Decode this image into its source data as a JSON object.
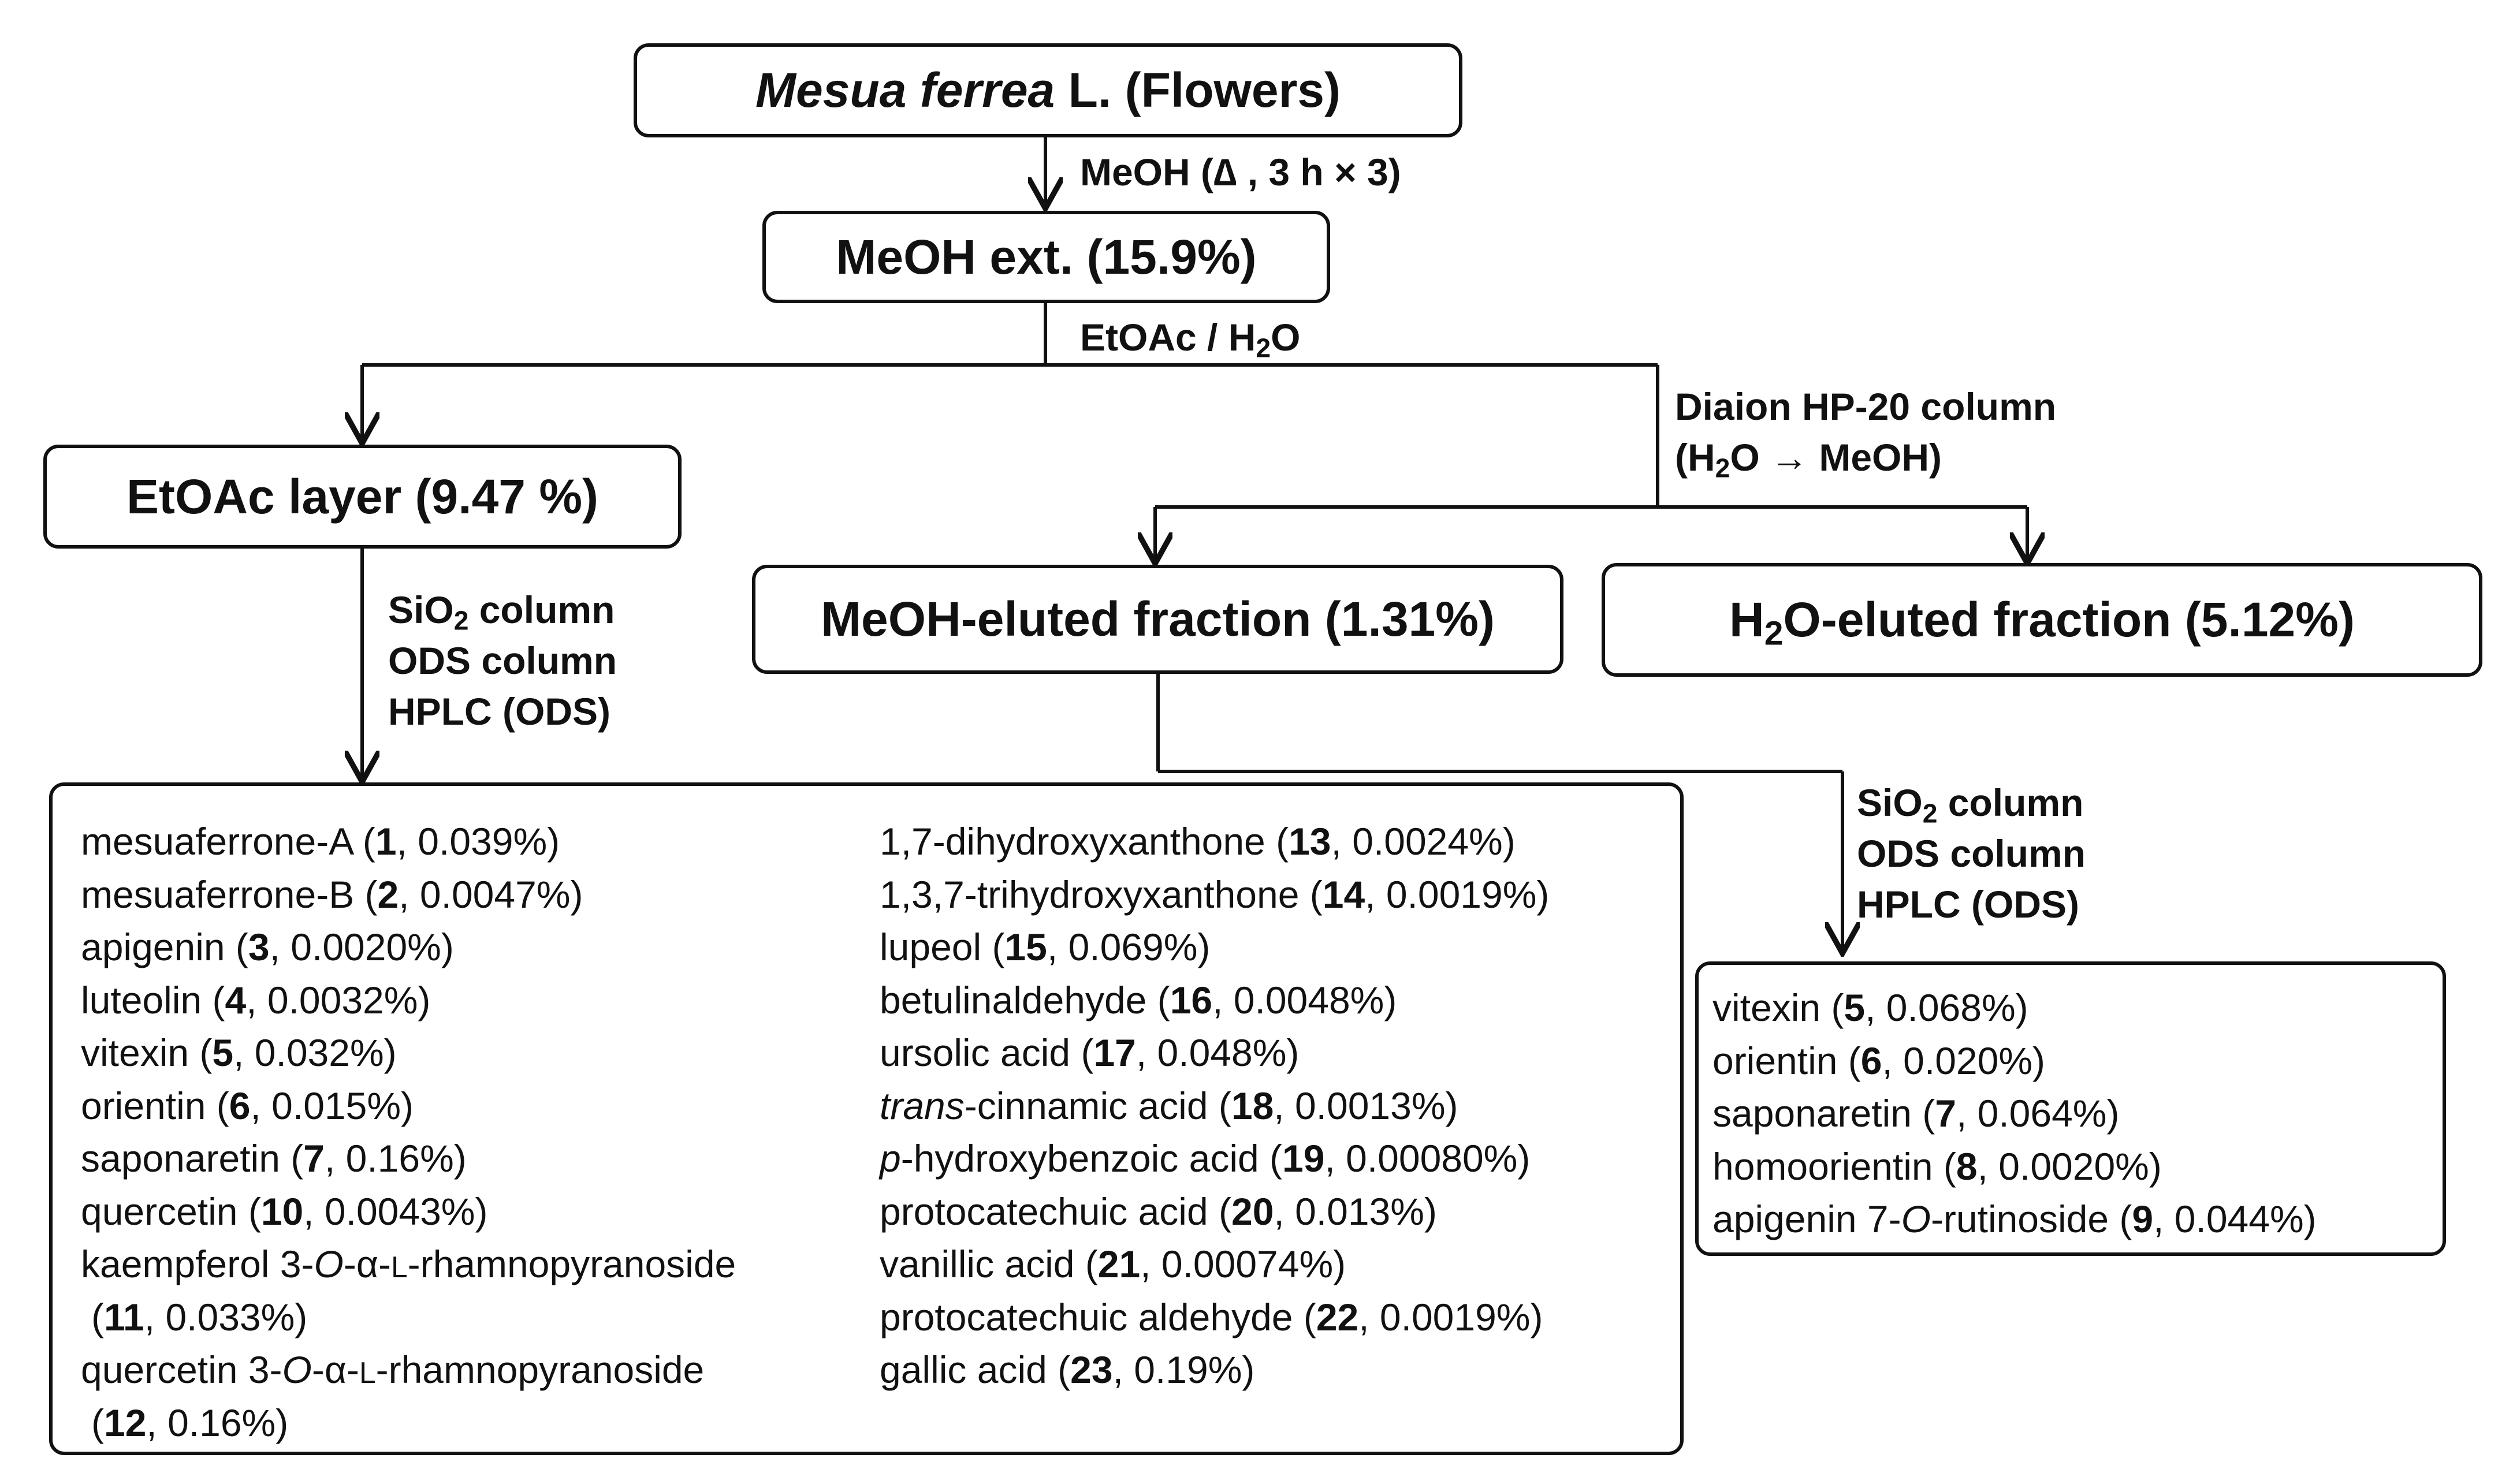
{
  "boxes": {
    "source_species": "Mesua ferrea",
    "source_rest": " L. (Flowers)",
    "meoh_ext": "MeOH ext. (15.9%)",
    "etoac_layer": "EtOAc layer (9.47 %)",
    "meoh_fraction": "MeOH-eluted fraction (1.31%)",
    "h2o_fraction": {
      "h": "H",
      "sub": "2",
      "rest": "O-eluted fraction (5.12%)"
    }
  },
  "steps": {
    "extraction": "MeOH (∆ , 3 h × 3)",
    "partition": {
      "pre": "EtOAc / H",
      "sub": "2",
      "post": "O"
    },
    "diaion": {
      "line1": "Diaion  HP-20 column",
      "line2_pre": "(H",
      "line2_sub": "2",
      "line2_post": "O → MeOH)"
    },
    "column": {
      "sio_pre": "SiO",
      "sio_sub": "2",
      "sio_post": " column",
      "ods": "ODS column",
      "hplc": "HPLC (ODS)"
    }
  },
  "etoac_compounds_left": [
    {
      "name": "mesuaferrone-A (",
      "num": "1",
      "pct": ", 0.039%)"
    },
    {
      "name": "mesuaferrone-B (",
      "num": "2",
      "pct": ", 0.0047%)"
    },
    {
      "name": "apigenin (",
      "num": "3",
      "pct": ", 0.0020%)"
    },
    {
      "name": "luteolin (",
      "num": "4",
      "pct": ", 0.0032%)"
    },
    {
      "name": "vitexin (",
      "num": "5",
      "pct": ", 0.032%)"
    },
    {
      "name": "orientin (",
      "num": "6",
      "pct": ", 0.015%)"
    },
    {
      "name": "saponaretin (",
      "num": "7",
      "pct": ", 0.16%)"
    },
    {
      "name": "quercetin (",
      "num": "10",
      "pct": ", 0.0043%)"
    }
  ],
  "etoac_glycosides": [
    {
      "pre": "kaempferol 3-",
      "o": "O",
      "mid": "-α-",
      "l": "L",
      "post": "-rhamnopyranoside",
      "open": "(",
      "num": "11",
      "pct": ", 0.033%)"
    },
    {
      "pre": "quercetin 3-",
      "o": "O",
      "mid": "-α-",
      "l": "L",
      "post": "-rhamnopyranoside",
      "open": "(",
      "num": "12",
      "pct": ", 0.16%)"
    }
  ],
  "etoac_compounds_right": [
    {
      "prefix": "",
      "name": "1,7-dihydroxyxanthone (",
      "num": "13",
      "pct": ", 0.0024%)"
    },
    {
      "prefix": "",
      "name": "1,3,7-trihydroxyxanthone (",
      "num": "14",
      "pct": ", 0.0019%)"
    },
    {
      "prefix": "",
      "name": "lupeol (",
      "num": "15",
      "pct": ", 0.069%)"
    },
    {
      "prefix": "",
      "name": "betulinaldehyde (",
      "num": "16",
      "pct": ", 0.0048%)"
    },
    {
      "prefix": "",
      "name": "ursolic acid (",
      "num": "17",
      "pct": ", 0.048%)"
    },
    {
      "prefix": "trans",
      "name": "-cinnamic acid (",
      "num": "18",
      "pct": ", 0.0013%)"
    },
    {
      "prefix": "p",
      "name": "-hydroxybenzoic acid (",
      "num": "19",
      "pct": ", 0.00080%)"
    },
    {
      "prefix": "",
      "name": "protocatechuic acid (",
      "num": "20",
      "pct": ", 0.013%)"
    },
    {
      "prefix": "",
      "name": "vanillic acid (",
      "num": "21",
      "pct": ", 0.00074%)"
    },
    {
      "prefix": "",
      "name": "protocatechuic aldehyde (",
      "num": "22",
      "pct": ", 0.0019%)"
    },
    {
      "prefix": "",
      "name": "gallic acid (",
      "num": "23",
      "pct": ", 0.19%)"
    }
  ],
  "meoh_compounds": [
    {
      "name": "vitexin (",
      "num": "5",
      "pct": ", 0.068%)"
    },
    {
      "name": "orientin (",
      "num": "6",
      "pct": ", 0.020%)"
    },
    {
      "name": "saponaretin (",
      "num": "7",
      "pct": ", 0.064%)"
    },
    {
      "name": "homoorientin (",
      "num": "8",
      "pct": ", 0.0020%)"
    }
  ],
  "meoh_rutinoside": {
    "pre": "apigenin 7-",
    "o": "O",
    "post": "-rutinoside (",
    "num": "9",
    "pct": ", 0.044%)"
  }
}
